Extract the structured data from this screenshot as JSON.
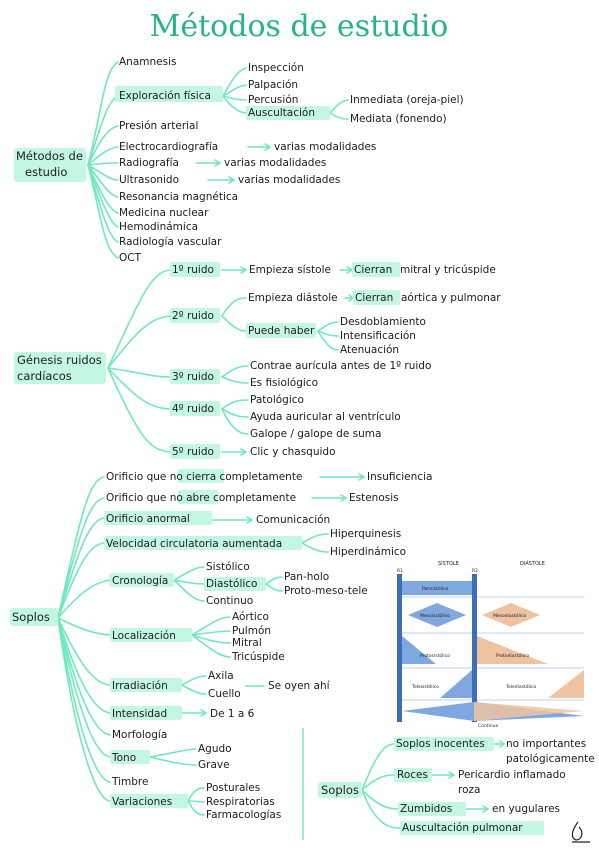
{
  "title": "Métodos de estudio",
  "colors": {
    "highlight": "#c4f7e2",
    "line": "#6fe8bf",
    "title": "#25b487",
    "blue": "#3d6db5",
    "orange": "#e8b48f"
  },
  "metodos": {
    "root": [
      "Métodos de",
      "estudio"
    ],
    "anamnesis": "Anamnesis",
    "exploracion": "Exploración física",
    "inspeccion": "Inspección",
    "palpacion": "Palpación",
    "percusion": "Percusión",
    "auscultacion": "Auscultación",
    "inmediata": "Inmediata (oreja-piel)",
    "mediata": "Mediata (fonendo)",
    "presion": "Presión arterial",
    "electro": "Electrocardiografía",
    "radiografia": "Radiografía",
    "ultrasonido": "Ultrasonido",
    "varias": "varias modalidades",
    "resonancia": "Resonancia magnética",
    "medicina": "Medicina nuclear",
    "hemodinamica": "Hemodinámica",
    "radiologia": "Radiología vascular",
    "oct": "OCT"
  },
  "genesis": {
    "root": [
      "Génesis ruidos",
      "cardíacos"
    ],
    "r1": "1º ruido",
    "r1_a": "Empieza sístole",
    "r1_b": "Cierran",
    "r1_c": "mitral y tricúspide",
    "r2": "2º ruido",
    "r2_a": "Empieza diástole",
    "r2_b": "Cierran",
    "r2_c": "aórtica y pulmonar",
    "puede": "Puede haber",
    "desdob": "Desdoblamiento",
    "intens": "Intensificación",
    "atenu": "Atenuación",
    "r3": "3º ruido",
    "r3_a": "Contrae aurícula antes de 1º ruido",
    "r3_b": "Es fisiológico",
    "r4": "4º ruido",
    "r4_a": "Patológico",
    "r4_b": "Ayuda auricular al ventrículo",
    "r4_c": "Galope / galope de suma",
    "r5": "5º ruido",
    "r5_a": "Clic y chasquido"
  },
  "soplos": {
    "root": "Soplos",
    "orif1_a": "Orificio que ",
    "orif1_b": "no cierra",
    "orif1_c": " completamente",
    "insuf": "Insuficiencia",
    "orif2_a": "Orificio que ",
    "orif2_b": "no abre",
    "orif2_c": " completamente",
    "esten": "Estenosis",
    "orif3": "Orificio anormal",
    "comun": "Comunicación",
    "veloc": "Velocidad circulatoria aumentada",
    "hiperq": "Hiperquinesis",
    "hiperd": "Hiperdinámico",
    "crono": "Cronología",
    "sistolico": "Sistólico",
    "diastolico": "Diastólico",
    "continuo": "Continuo",
    "panholo": "Pan-holo",
    "proto": "Proto-meso-tele",
    "local": "Localización",
    "aortico": "Aórtico",
    "pulmon": "Pulmón",
    "mitral": "Mitral",
    "tricuspide": "Tricúspide",
    "irrad": "Irradiación",
    "axila": "Axila",
    "cuello": "Cuello",
    "oyen": "Se oyen ahí",
    "intens": "Intensidad",
    "de16": "De 1 a 6",
    "morfo": "Morfología",
    "tono": "Tono",
    "agudo": "Agudo",
    "grave": "Grave",
    "timbre": "Timbre",
    "variac": "Variaciones",
    "postur": "Posturales",
    "respir": "Respiratorias",
    "farmac": "Farmacologías"
  },
  "soplos2": {
    "root": "Soplos",
    "inocentes": "Soplos inocentes",
    "noimp": "no importantes",
    "patolog": "patológicamente",
    "roces": "Roces",
    "peric": "Pericardio inflamado",
    "roza": "roza",
    "zumbidos": "Zumbidos",
    "yugulares": "en yugulares",
    "ausc": "Auscultación pulmonar"
  },
  "figure": {
    "sistole": "SÍSTOLE",
    "diastole": "DIÁSTOLE",
    "r1": "R1",
    "r2": "R2",
    "pansistolico": "Pansistólico",
    "mesosistolico": "Mesosistólico",
    "mesodiastolico": "Mesodiastólico",
    "protosistolico": "Protosistólico",
    "protodiastolico": "Protodiastólico",
    "telesistolico": "Telesistólico",
    "telediastolico": "Telediastólico",
    "continuo": "Continuo"
  }
}
